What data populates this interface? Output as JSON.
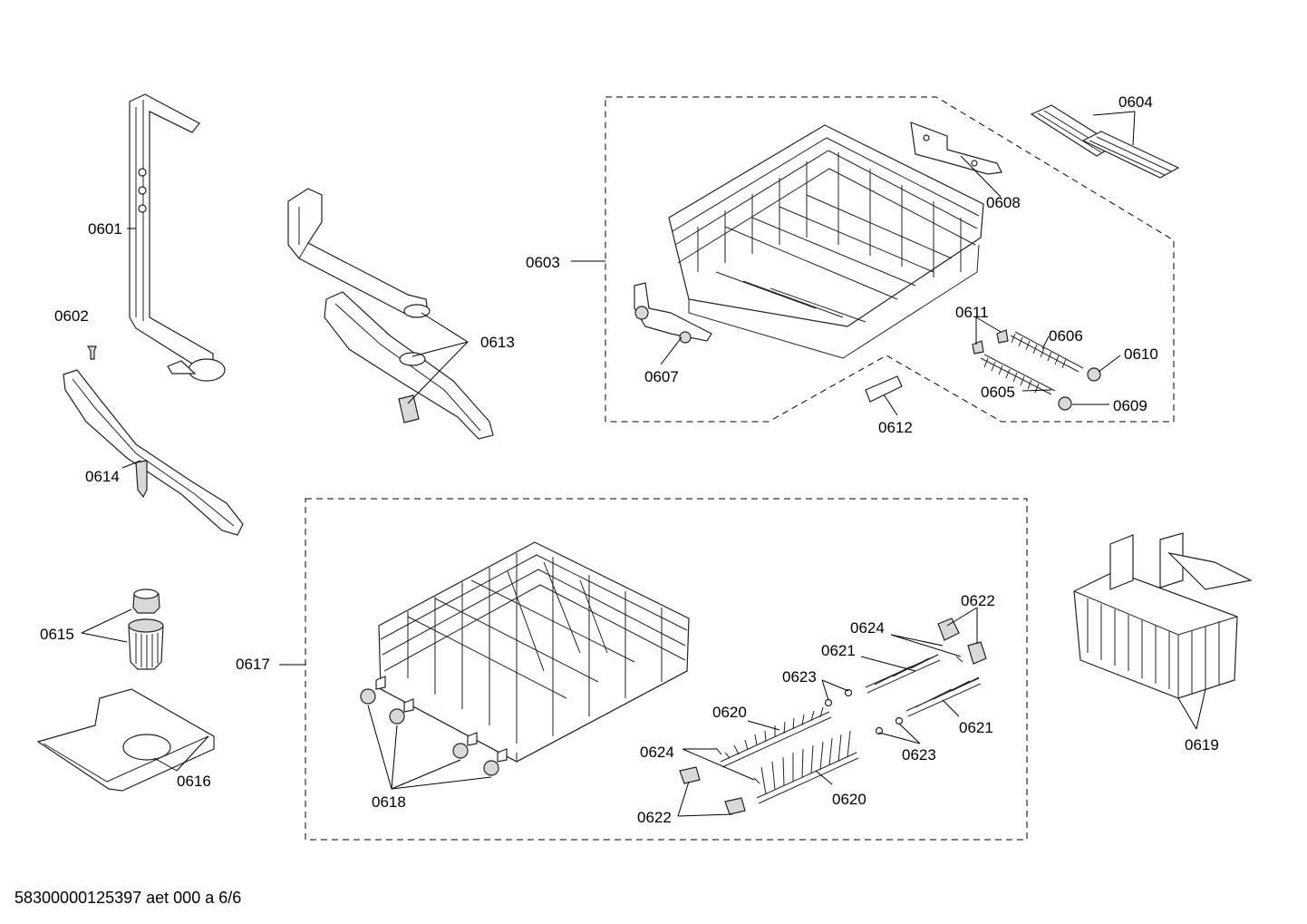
{
  "diagram": {
    "colors": {
      "line": "#000000",
      "part_fill": "#ffffff",
      "shade": "#d9d9d9"
    },
    "part_labels": {
      "p0601": "0601",
      "p0602": "0602",
      "p0603": "0603",
      "p0604": "0604",
      "p0605": "0605",
      "p0606": "0606",
      "p0607": "0607",
      "p0608": "0608",
      "p0609": "0609",
      "p0610": "0610",
      "p0611": "0611",
      "p0612": "0612",
      "p0613": "0613",
      "p0614": "0614",
      "p0615": "0615",
      "p0616": "0616",
      "p0617": "0617",
      "p0618": "0618",
      "p0619": "0619",
      "p0620a": "0620",
      "p0620b": "0620",
      "p0621a": "0621",
      "p0621b": "0621",
      "p0622a": "0622",
      "p0622b": "0622",
      "p0623a": "0623",
      "p0623b": "0623",
      "p0624a": "0624",
      "p0624b": "0624"
    }
  },
  "footer": {
    "doc_id": "58300000125397 aet 000 a 6/6"
  }
}
